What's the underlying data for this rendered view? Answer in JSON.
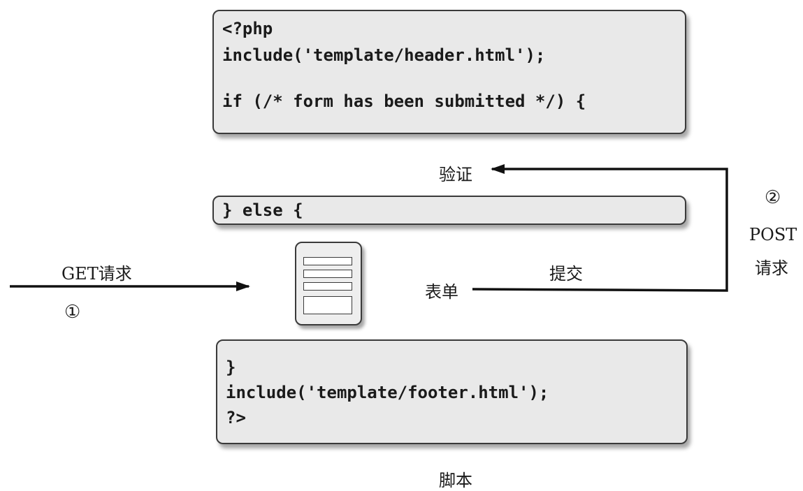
{
  "code_top": {
    "lines": [
      "<?php",
      "include('template/header.html');",
      "",
      "if (/* form has been submitted */) {"
    ]
  },
  "code_else": {
    "lines": [
      "} else {"
    ]
  },
  "code_bottom": {
    "lines": [
      "}",
      "include('template/footer.html');",
      "?>"
    ]
  },
  "labels": {
    "verify": "验证",
    "form": "表单",
    "submit": "提交",
    "get_request": "GET请求",
    "step1": "①",
    "step2": "②",
    "post": "POST",
    "post_request": "请求",
    "script": "脚本"
  },
  "colors": {
    "code_background": "#e9e9e9",
    "border": "#3a3a3a",
    "arrow": "#111111"
  },
  "icons": {
    "form_document": "form-document-icon"
  }
}
